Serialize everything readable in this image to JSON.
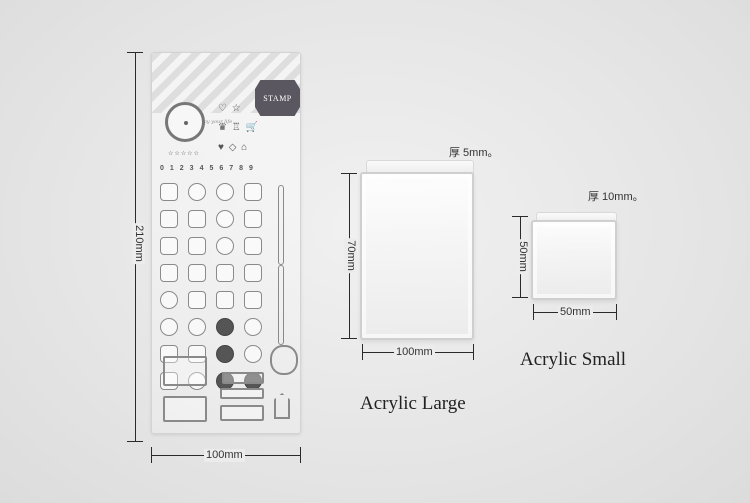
{
  "stamp_sheet": {
    "badge": "STAMP",
    "tagline": "enjoy your life",
    "numbers": "0123456789",
    "width_label": "100mm",
    "height_label": "210mm"
  },
  "acrylic_large": {
    "caption": "Acrylic Large",
    "width_label": "100mm",
    "height_label": "70mm",
    "thickness_label": "厚 5mm。"
  },
  "acrylic_small": {
    "caption": "Acrylic Small",
    "width_label": "50mm",
    "height_label": "50mm",
    "thickness_label": "厚 10mm。"
  }
}
